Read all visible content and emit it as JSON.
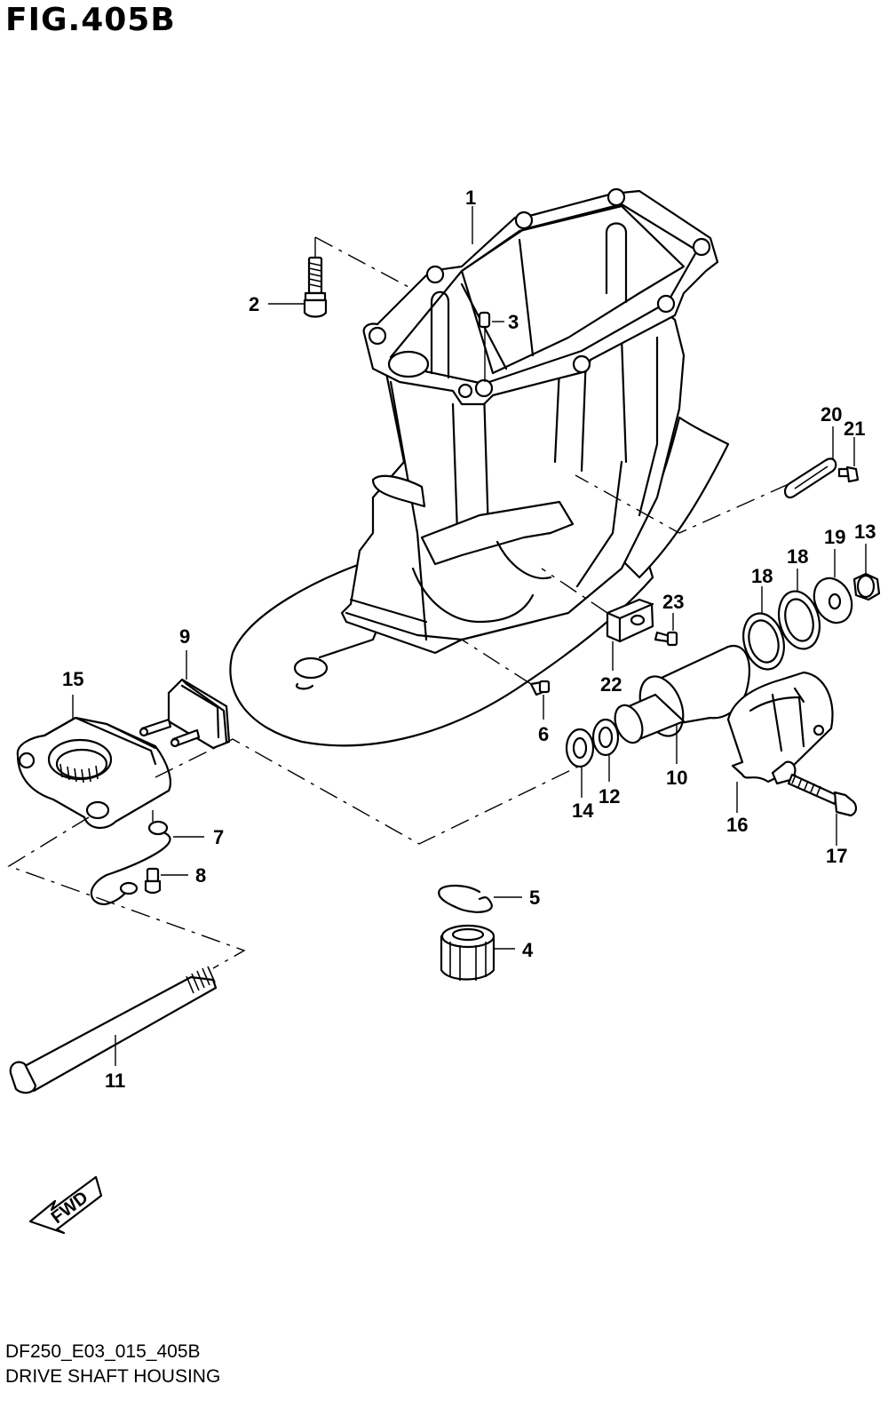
{
  "figure": {
    "title": "FIG.405B",
    "code": "DF250_E03_015_405B",
    "caption": "DRIVE SHAFT HOUSING"
  },
  "fwd_label": "FWD",
  "callouts": [
    "1",
    "2",
    "3",
    "4",
    "5",
    "6",
    "7",
    "8",
    "9",
    "10",
    "11",
    "12",
    "13",
    "14",
    "15",
    "16",
    "17",
    "18",
    "18",
    "19",
    "20",
    "21",
    "22",
    "23"
  ]
}
